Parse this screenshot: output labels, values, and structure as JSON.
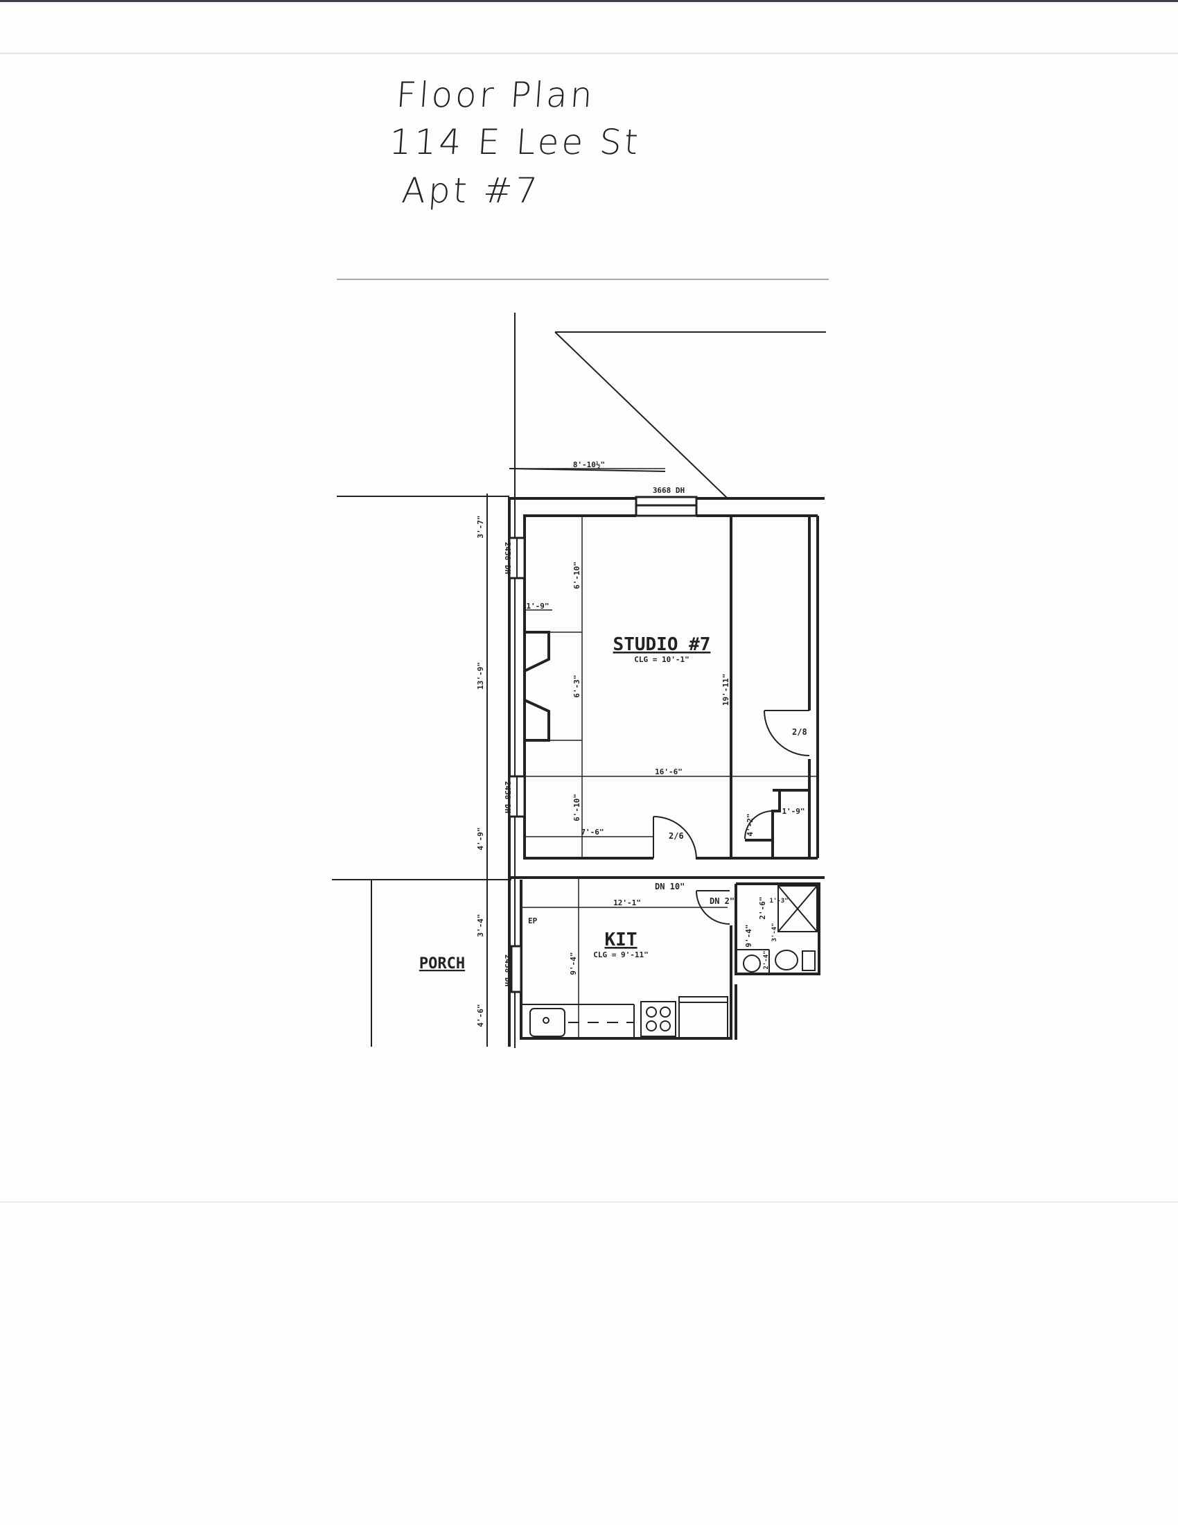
{
  "title": {
    "line1": "Floor Plan",
    "line2": "114 E Lee St",
    "line3": "Apt #7"
  },
  "plan": {
    "rooms": {
      "studio": {
        "name": "STUDIO #7",
        "ceiling": "CLG = 10'-1\""
      },
      "kitchen": {
        "name": "KIT",
        "ceiling": "CLG = 9'-11\""
      },
      "porch": {
        "name": "PORCH"
      }
    },
    "windows": {
      "top": "3668 DH",
      "left_upper": "2458 DH",
      "left_middle": "2458 DH",
      "left_kitchen": "2458 DH"
    },
    "doors": {
      "closet": "2/8",
      "studio_entry": "2/6"
    },
    "steps": {
      "studio": "DN 10\"",
      "kitchen": "DN 2\""
    },
    "labels": {
      "ep": "EP"
    },
    "dimensions": {
      "top_offset": "8'-10½\"",
      "left_top": "3'-7\"",
      "left_middle": "13'-9\"",
      "left_lower": "4'-9\"",
      "left_kitchen_upper": "3'-4\"",
      "left_kitchen_lower": "4'-6\"",
      "studio_upper": "6'-10\"",
      "fireplace_height": "6'-3\"",
      "studio_lower": "6'-10\"",
      "fireplace_depth": "1'-9\"",
      "studio_depth": "19'-11\"",
      "studio_width": "16'-6\"",
      "studio_entry": "7'-6\"",
      "closet_width": "1'-9\"",
      "closet_door": "4'-2\"",
      "kitchen_width": "12'-1\"",
      "kitchen_depth": "9'-4\"",
      "bath_depth": "9'-4\"",
      "bath_a": "2'-6\"",
      "bath_b": "1'-3\"",
      "bath_c": "3'-4\"",
      "bath_d": "2'-4\""
    }
  }
}
